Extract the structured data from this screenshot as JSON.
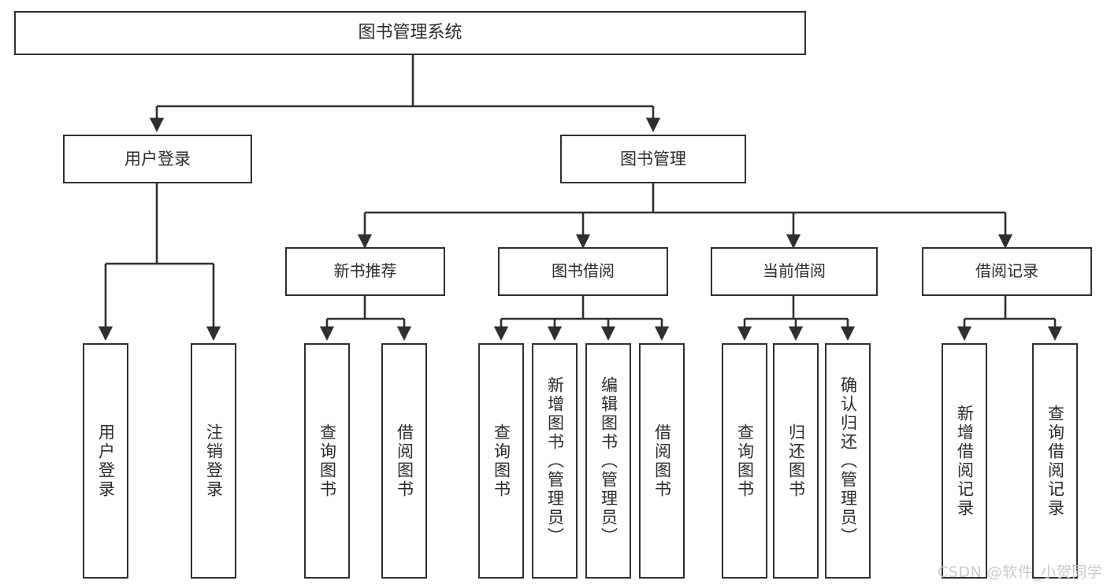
{
  "diagram": {
    "title": "图书管理系统",
    "type": "tree",
    "style": {
      "box_border_color": "#2f2f2f",
      "box_fill_color": "#ffffff",
      "text_color": "#2b2b2b",
      "edge_color": "#2f2f2f",
      "background_color": "#ffffff"
    },
    "nodes": {
      "root": {
        "label": "图书管理系统"
      },
      "level1": [
        {
          "id": "user-login",
          "label": "用户登录"
        },
        {
          "id": "book-manage",
          "label": "图书管理"
        }
      ],
      "level2": [
        {
          "id": "new-book-rec",
          "label": "新书推荐",
          "parent": "book-manage"
        },
        {
          "id": "book-borrow",
          "label": "图书借阅",
          "parent": "book-manage"
        },
        {
          "id": "current-borrow",
          "label": "当前借阅",
          "parent": "book-manage"
        },
        {
          "id": "borrow-record",
          "label": "借阅记录",
          "parent": "book-manage"
        }
      ],
      "leaves": [
        {
          "id": "leaf-user-login",
          "label": "用户登录",
          "parent": "user-login"
        },
        {
          "id": "leaf-user-logout",
          "label": "注销登录",
          "parent": "user-login"
        },
        {
          "id": "leaf-query-book-1",
          "label": "查询图书",
          "parent": "new-book-rec"
        },
        {
          "id": "leaf-borrow-book-1",
          "label": "借阅图书",
          "parent": "new-book-rec"
        },
        {
          "id": "leaf-query-book-2",
          "label": "查询图书",
          "parent": "book-borrow"
        },
        {
          "id": "leaf-add-book",
          "label": "新增图书（管理员）",
          "parent": "book-borrow"
        },
        {
          "id": "leaf-edit-book",
          "label": "编辑图书（管理员）",
          "parent": "book-borrow"
        },
        {
          "id": "leaf-borrow-book-2",
          "label": "借阅图书",
          "parent": "book-borrow"
        },
        {
          "id": "leaf-query-book-3",
          "label": "查询图书",
          "parent": "current-borrow"
        },
        {
          "id": "leaf-return-book",
          "label": "归还图书",
          "parent": "current-borrow"
        },
        {
          "id": "leaf-confirm-return",
          "label": "确认归还（管理员）",
          "parent": "current-borrow"
        },
        {
          "id": "leaf-add-record",
          "label": "新增借阅记录",
          "parent": "borrow-record"
        },
        {
          "id": "leaf-query-record",
          "label": "查询借阅记录",
          "parent": "borrow-record"
        }
      ]
    }
  },
  "watermark": {
    "text": "CSDN @软件_小贺同学"
  }
}
